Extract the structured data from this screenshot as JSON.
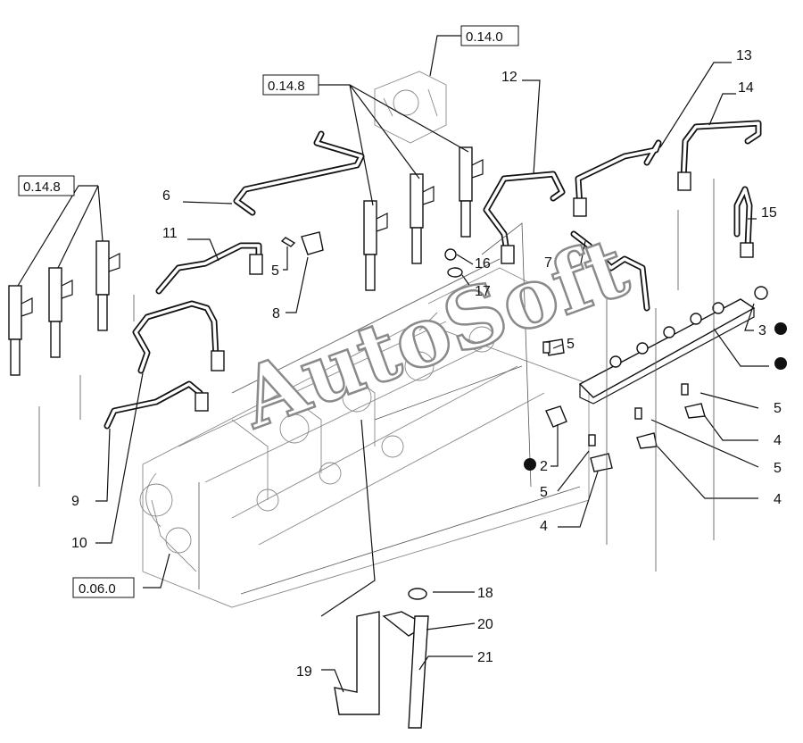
{
  "diagram": {
    "watermark": "AutoSoft",
    "refs": [
      "0.14.0",
      "0.14.8",
      "0.14.8",
      "0.06.0"
    ],
    "callouts": [
      "13",
      "12",
      "14",
      "6",
      "15",
      "11",
      "5",
      "16",
      "7",
      "8",
      "17",
      "5",
      "3",
      "5",
      "4",
      "2",
      "5",
      "9",
      "5",
      "4",
      "4",
      "10",
      "18",
      "20",
      "19",
      "21"
    ]
  }
}
